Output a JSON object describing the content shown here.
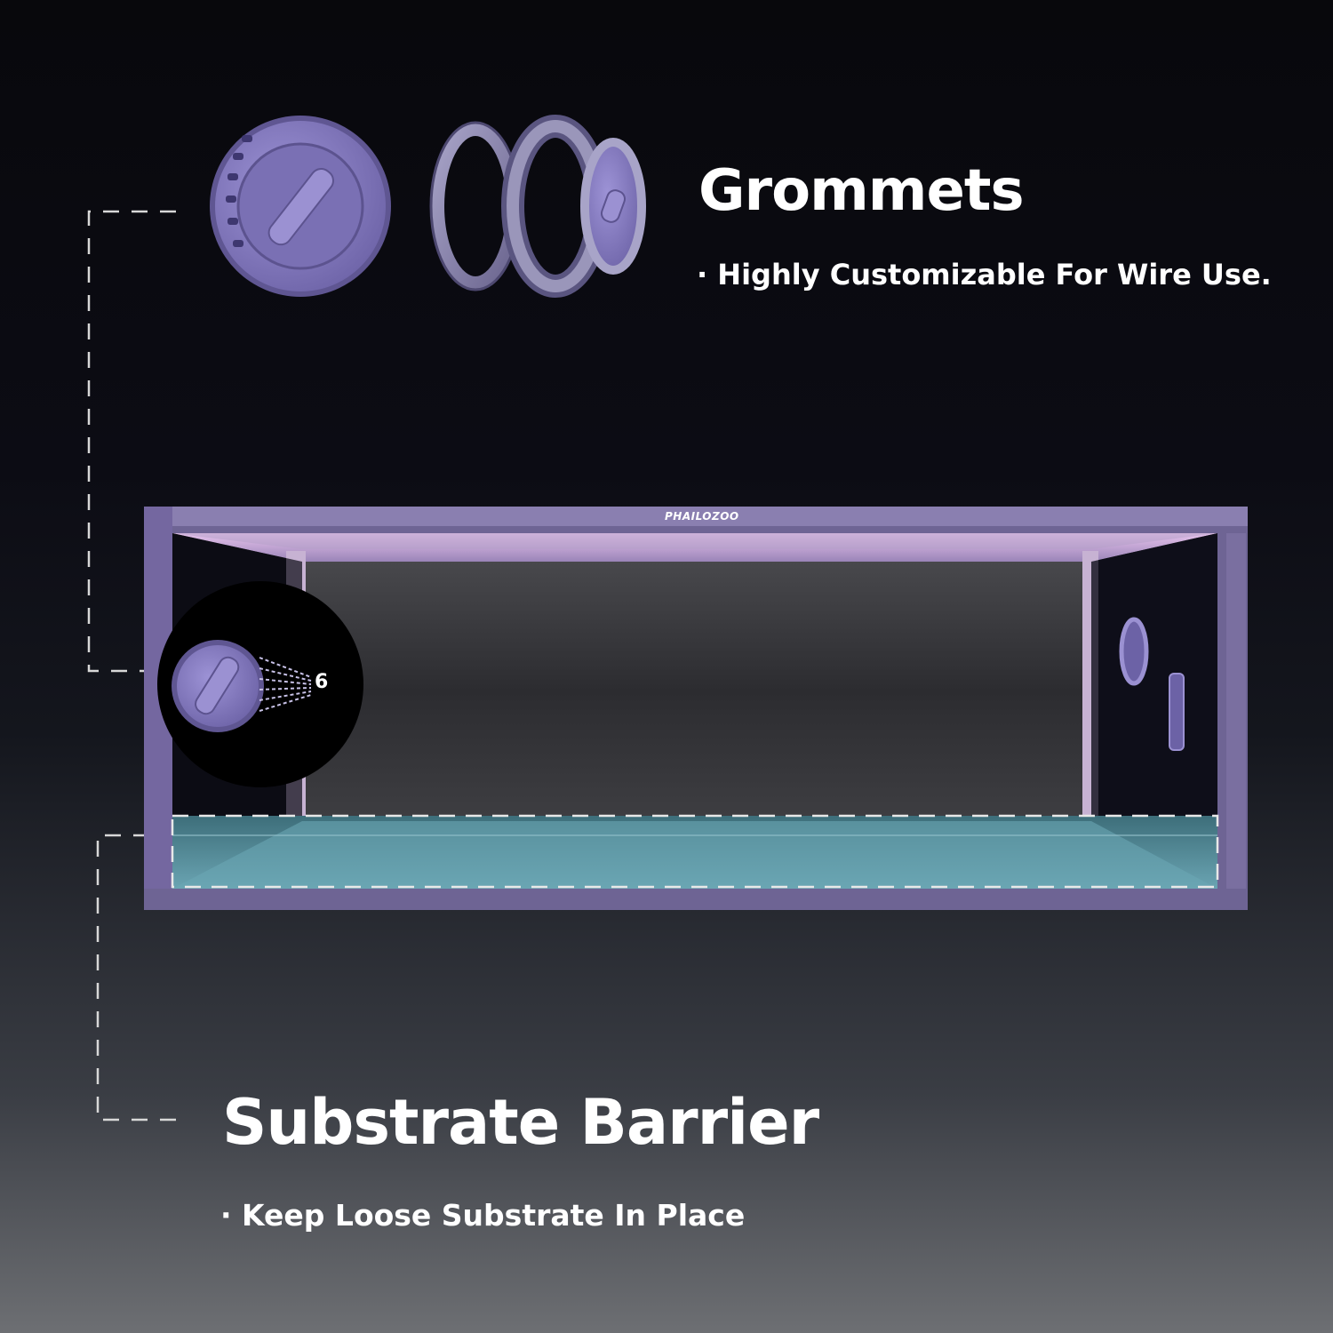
{
  "features": {
    "grommets": {
      "title": "Grommets",
      "bullet": "·",
      "description": "Highly Customizable For Wire Use."
    },
    "substrate_barrier": {
      "title": "Substrate Barrier",
      "bullet": "·",
      "description": "Keep Loose Substrate In Place"
    }
  },
  "enclosure": {
    "brand": "PHAILOZOO",
    "grommet_callout_number": "6"
  },
  "colors": {
    "frame_purple": "#6e6494",
    "frame_highlight": "#8a7fb0",
    "grommet_lavender": "#8a80c4",
    "substrate_teal": "#5f9aa8",
    "inner_glow_pink": "#d7b5df",
    "dashed_line": "#d8d8d8"
  }
}
